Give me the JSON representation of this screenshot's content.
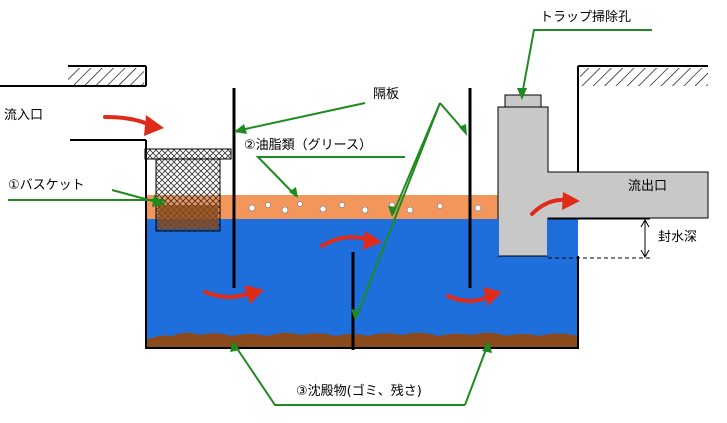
{
  "labels": {
    "trap_hole": "トラップ掃除孔",
    "baffle": "隔板",
    "inlet": "流入口",
    "grease": "②油脂類（グリース）",
    "basket": "①バスケット",
    "outlet": "流出口",
    "seal_depth": "封水深",
    "sediment": "③沈殿物(ゴミ、残さ)"
  },
  "colors": {
    "water": "#1e6fdc",
    "grease": "#f2965c",
    "sediment": "#8a4a1c",
    "pipe": "#c8c8c8",
    "leader": "#1f8a1f",
    "arrow": "#e02a1a"
  },
  "icons": {
    "flow_arrows": "curved-red-arrow",
    "ground": "hatched-ground"
  }
}
